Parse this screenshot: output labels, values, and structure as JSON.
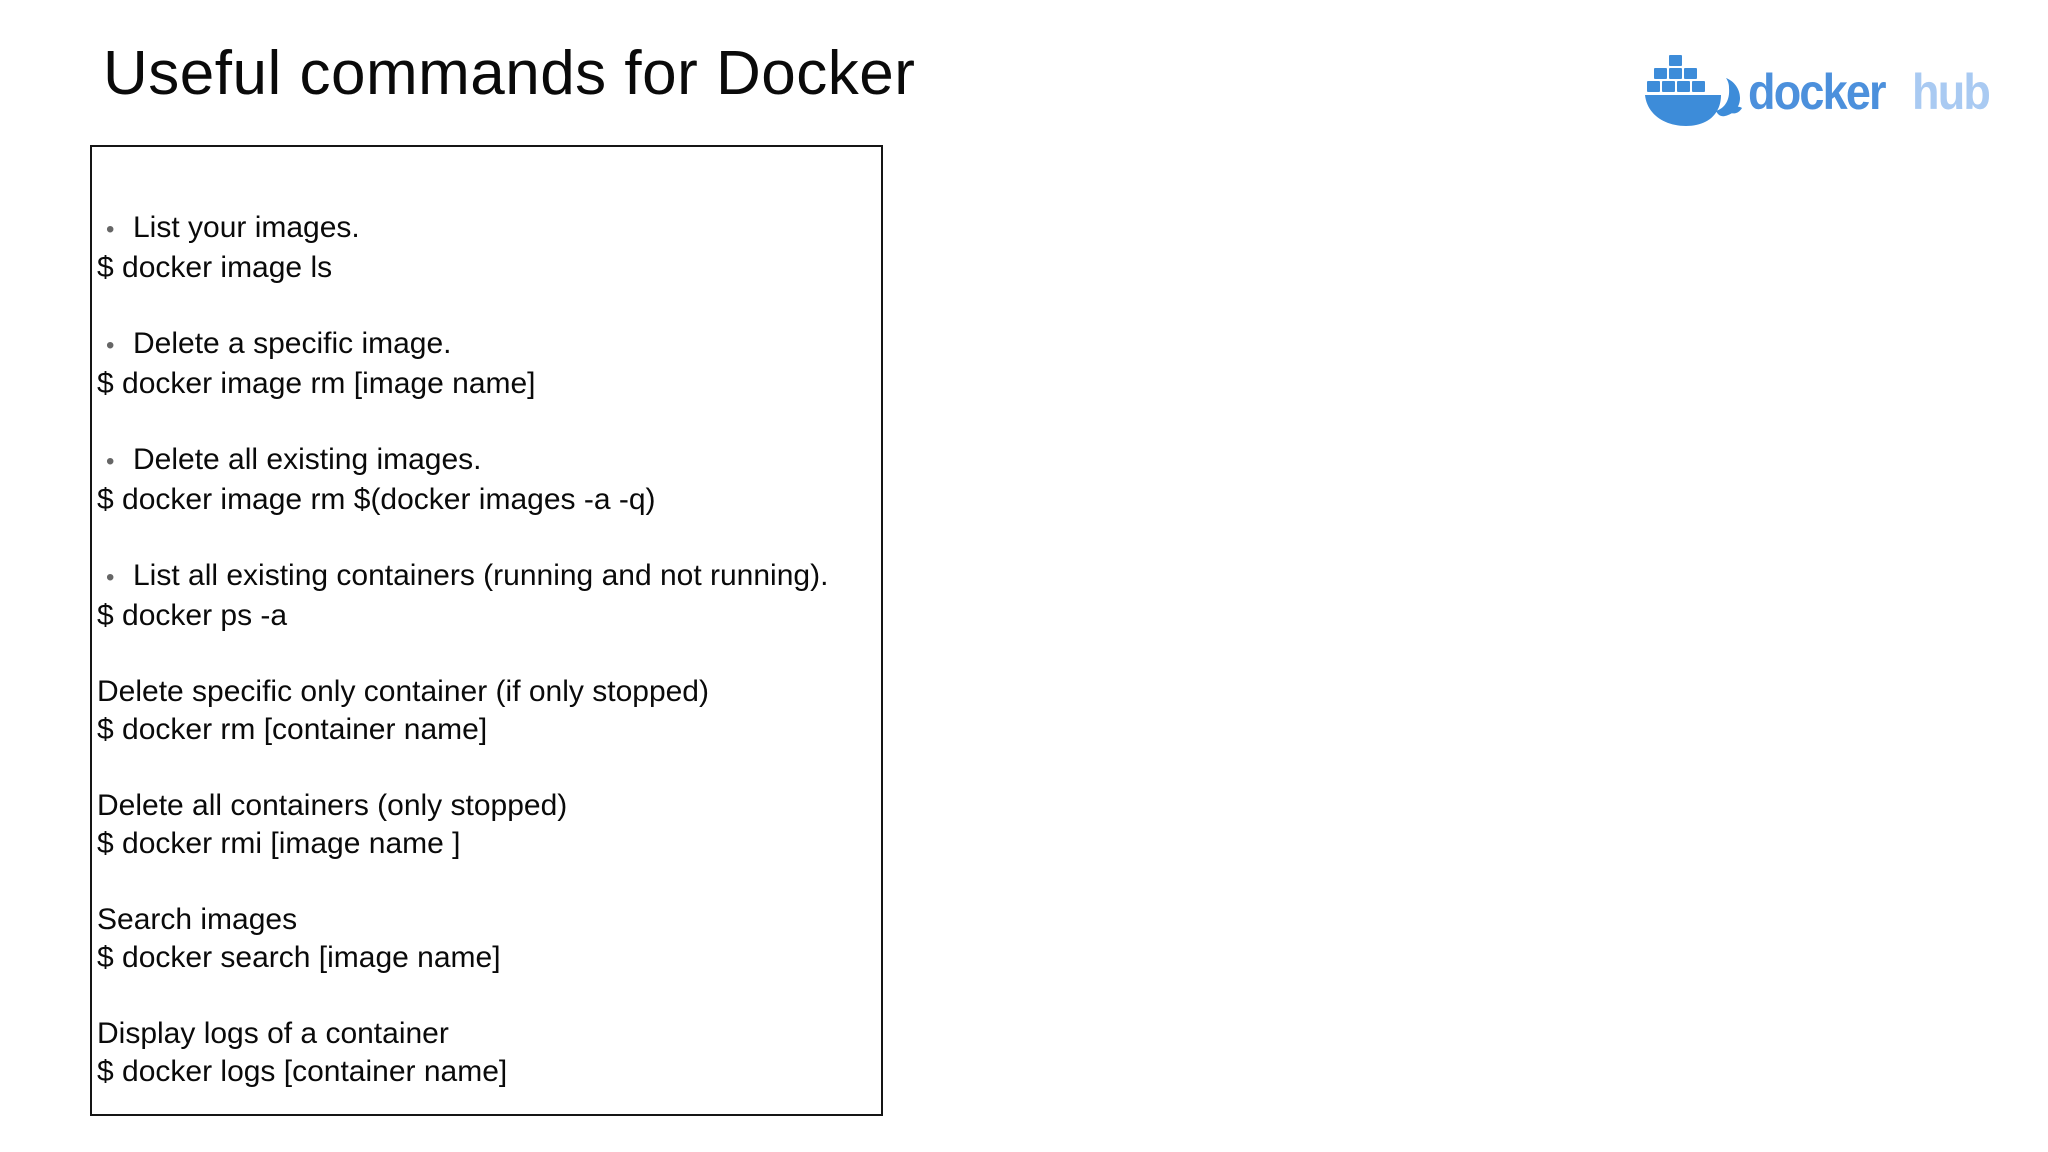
{
  "slide": {
    "title": "Useful commands for Docker",
    "background_color": "#ffffff"
  },
  "logo": {
    "name": "docker hub",
    "docker_word": "docker",
    "hub_word": "hub",
    "colors": {
      "whale": "#3d8cd9",
      "docker_text": "#4c90dc",
      "hub_text": "#a9caf2"
    }
  },
  "commands_box": {
    "bullet_glyph": "•",
    "bullet_color": "#666666",
    "groups": [
      {
        "bullet": true,
        "description": "List your images.",
        "command": "$ docker image ls"
      },
      {
        "bullet": true,
        "description": "Delete a specific image.",
        "command": "$ docker image rm [image name]"
      },
      {
        "bullet": true,
        "description": "Delete all existing images.",
        "command": "$ docker image rm $(docker images -a -q)"
      },
      {
        "bullet": true,
        "description": "List all existing containers (running and not running).",
        "command": "$ docker ps -a"
      },
      {
        "bullet": false,
        "description": "Delete specific only container (if only stopped)",
        "command": "$ docker rm [container name]"
      },
      {
        "bullet": false,
        "description": "Delete all containers (only stopped)",
        "command": "$ docker rmi [image name ]"
      },
      {
        "bullet": false,
        "description": "Search images",
        "command": "$ docker search [image name]"
      },
      {
        "bullet": false,
        "description": "Display logs of a container",
        "command": "$ docker logs [container name]"
      }
    ]
  }
}
